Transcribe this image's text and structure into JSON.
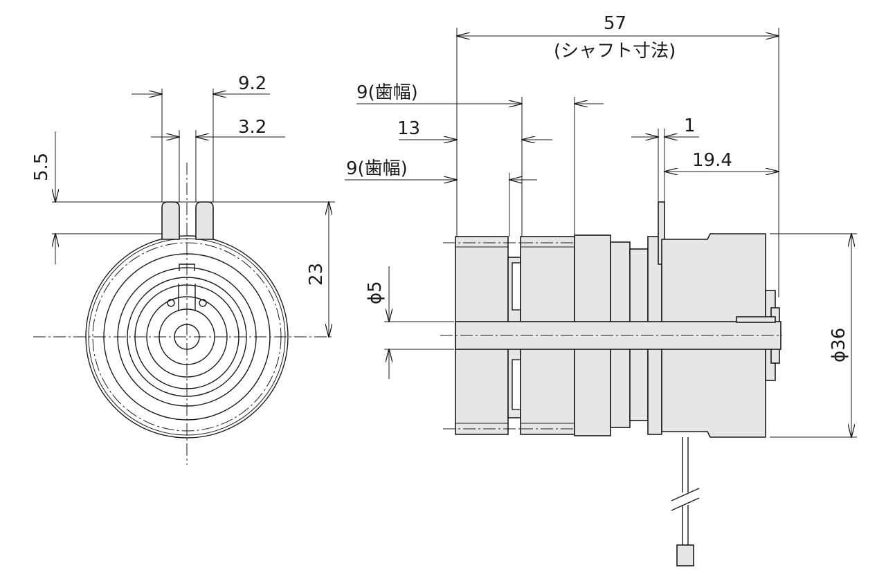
{
  "front_view": {
    "dimensions": {
      "key_width": "9.2",
      "slot_width": "3.2",
      "key_height": "5.5",
      "center_height": "23"
    }
  },
  "side_view": {
    "dimensions": {
      "shaft_length": "57",
      "shaft_length_note": "(シャフト寸法)",
      "gear_width_outer": "9(歯幅)",
      "gear_offset": "13",
      "gear_width_inner": "9(歯幅)",
      "flange_thickness": "1",
      "flange_to_shaft_end": "19.4",
      "shaft_diameter": "ϕ5",
      "body_diameter": "ϕ36"
    }
  }
}
